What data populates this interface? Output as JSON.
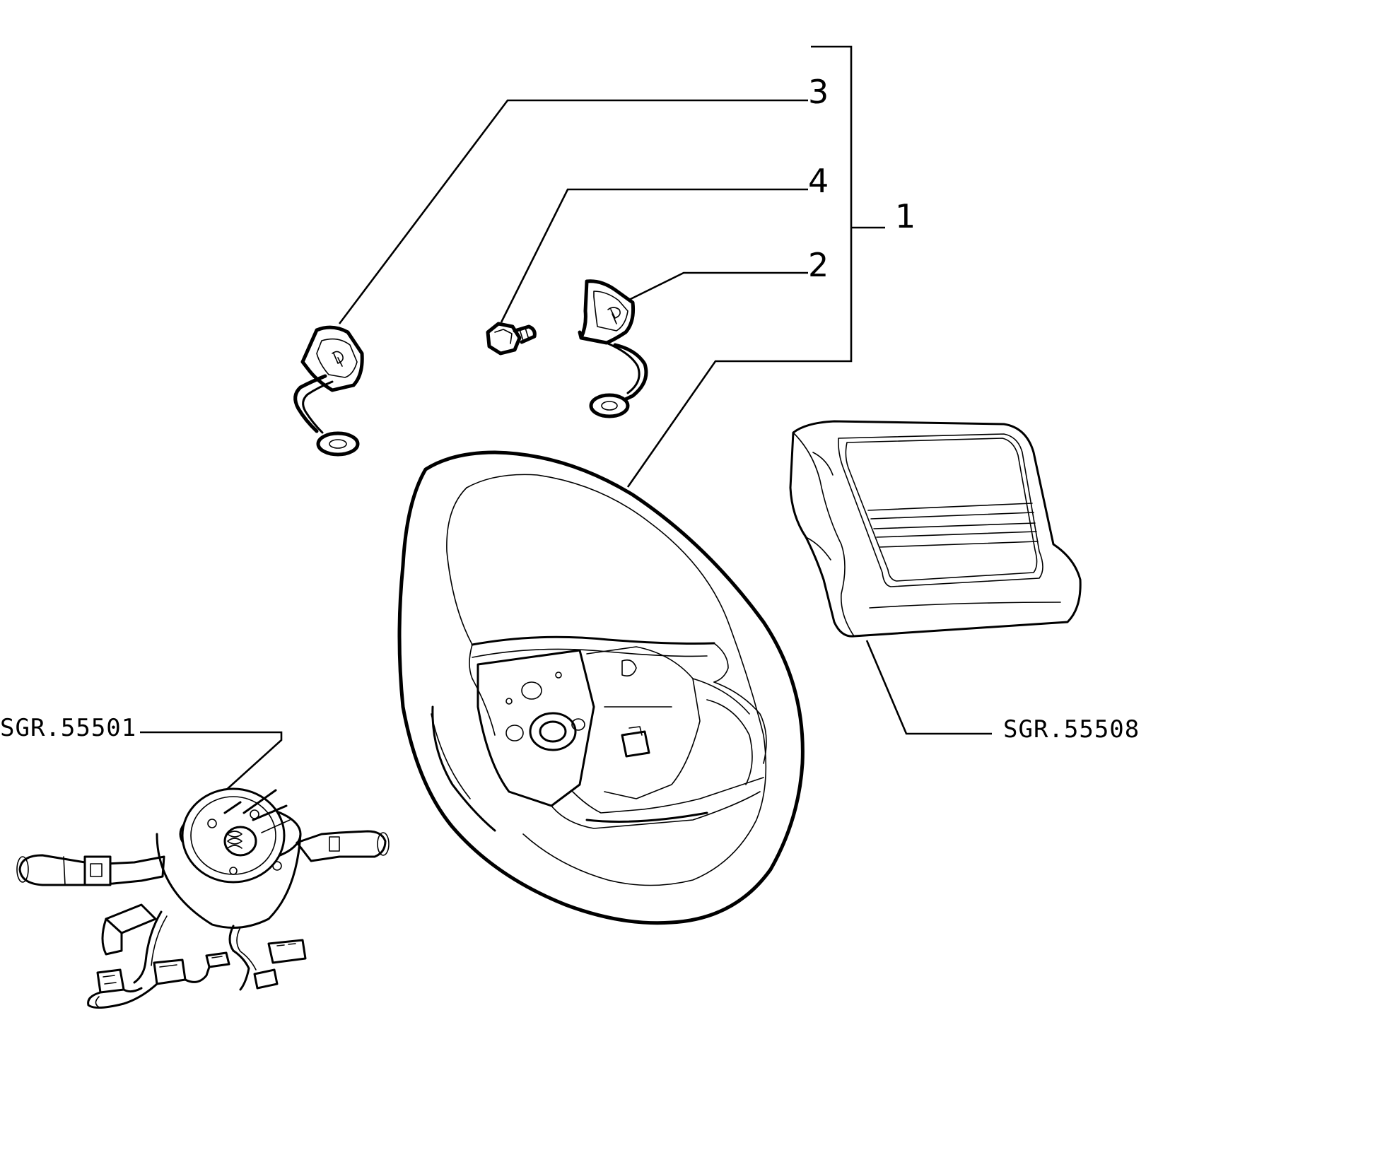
{
  "callouts": {
    "c1": "1",
    "c2": "2",
    "c3": "3",
    "c4": "4"
  },
  "references": {
    "stalk_switch": "SGR.55501",
    "airbag_cover": "SGR.55508"
  },
  "icons": {
    "steering_wheel": "steering-wheel-icon",
    "airbag_pad": "airbag-pad-icon",
    "horn_button_left": "horn-button-icon",
    "horn_button_right": "horn-button-icon",
    "bolt": "bolt-icon",
    "stalk_switch_assembly": "stalk-switch-icon"
  }
}
